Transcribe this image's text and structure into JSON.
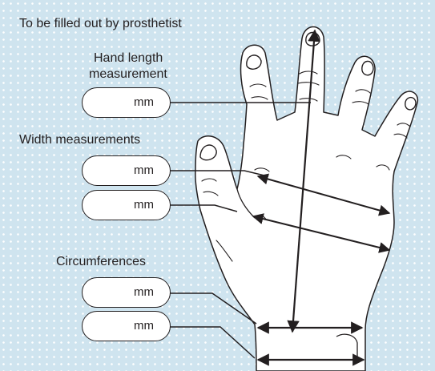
{
  "header": "To be filled out by prosthetist",
  "hand_length": {
    "label_line1": "Hand length",
    "label_line2": "measurement"
  },
  "width": {
    "label": "Width measurements"
  },
  "circumference": {
    "label": "Circumferences"
  },
  "field_unit": "mm",
  "colors": {
    "background": "#cfe4ef",
    "dots": "#ffffff",
    "ink": "#231f20",
    "field": "#ffffff"
  },
  "icons": {
    "hand": "hand-outline-drawing"
  }
}
